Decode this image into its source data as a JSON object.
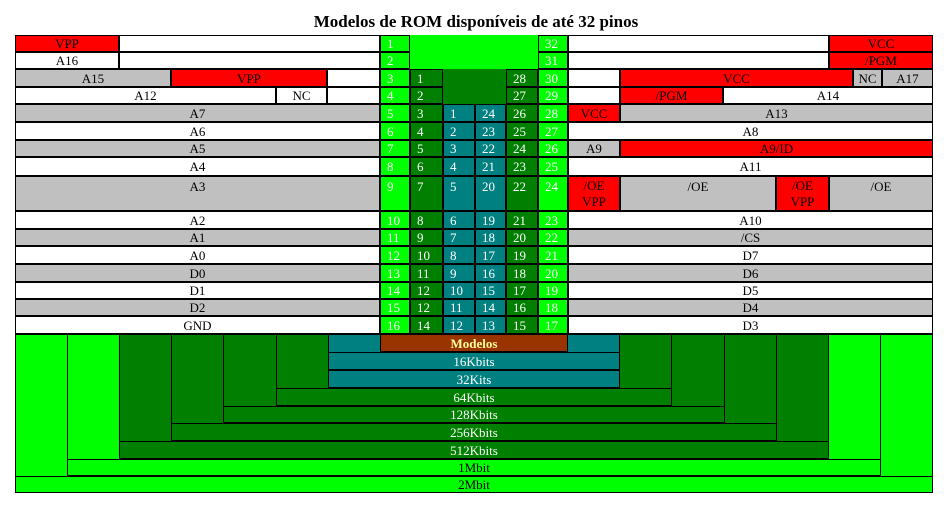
{
  "title": "Modelos de ROM disponíveis de até 32 pinos",
  "colors": {
    "red": "#ff0000",
    "white": "#ffffff",
    "gray": "#c0c0c0",
    "bright_green": "#00ff00",
    "dark_green": "#007f00",
    "teal": "#008080",
    "brown": "#993300",
    "label_white": "#ffffff",
    "label_black": "#000000",
    "label_yellow": "#ffff99"
  },
  "pin_rows": [
    {
      "left": "1",
      "right": "32"
    },
    {
      "left": "2",
      "right": "31"
    },
    {
      "left": "3",
      "right": "30",
      "p28l": "1",
      "p28r": "28"
    },
    {
      "left": "4",
      "right": "29",
      "p28l": "2",
      "p28r": "27"
    },
    {
      "left": "5",
      "right": "28",
      "p28l": "3",
      "p28r": "26",
      "p24l": "1",
      "p24r": "24"
    },
    {
      "left": "6",
      "right": "27",
      "p28l": "4",
      "p28r": "25",
      "p24l": "2",
      "p24r": "23"
    },
    {
      "left": "7",
      "right": "26",
      "p28l": "5",
      "p28r": "24",
      "p24l": "3",
      "p24r": "22"
    },
    {
      "left": "8",
      "right": "25",
      "p28l": "6",
      "p28r": "23",
      "p24l": "4",
      "p24r": "21"
    },
    {
      "left": "9",
      "right": "24",
      "p28l": "7",
      "p28r": "22",
      "p24l": "5",
      "p24r": "20"
    },
    {
      "left": "10",
      "right": "23",
      "p28l": "8",
      "p28r": "21",
      "p24l": "6",
      "p24r": "19"
    },
    {
      "left": "11",
      "right": "22",
      "p28l": "9",
      "p28r": "20",
      "p24l": "7",
      "p24r": "18"
    },
    {
      "left": "12",
      "right": "21",
      "p28l": "10",
      "p28r": "19",
      "p24l": "8",
      "p24r": "17"
    },
    {
      "left": "13",
      "right": "20",
      "p28l": "11",
      "p28r": "18",
      "p24l": "9",
      "p24r": "16"
    },
    {
      "left": "14",
      "right": "19",
      "p28l": "12",
      "p28r": "17",
      "p24l": "10",
      "p24r": "15"
    },
    {
      "left": "15",
      "right": "18",
      "p28l": "12",
      "p28r": "16",
      "p24l": "11",
      "p24r": "14"
    },
    {
      "left": "16",
      "right": "17",
      "p28l": "14",
      "p28r": "15",
      "p24l": "12",
      "p24r": "13"
    }
  ],
  "left_signals": {
    "r0": "VPP",
    "r1": "A16",
    "r2a": "A15",
    "r2b": "VPP",
    "r3a": "A12",
    "r3b": "NC",
    "r4": "A7",
    "r5": "A6",
    "r6": "A5",
    "r7": "A4",
    "r8": "A3",
    "r9": "A2",
    "r10": "A1",
    "r11": "A0",
    "r12": "D0",
    "r13": "D1",
    "r14": "D2",
    "r15": "GND"
  },
  "right_signals": {
    "r0": "VCC",
    "r1": "/PGM",
    "r2a": "VCC",
    "r2b": "NC",
    "r2c": "A17",
    "r3a": "/PGM",
    "r3b": "A14",
    "r4a": "VCC",
    "r4b": "A13",
    "r5": "A8",
    "r6a": "A9",
    "r6b": "A9/ID",
    "r7": "A11",
    "r8a_1": "/OE",
    "r8a_2": "VPP",
    "r8b": "/OE",
    "r8c_1": "/OE",
    "r8c_2": "VPP",
    "r8d": "/OE",
    "r9": "A10",
    "r10": "/CS",
    "r11": "D7",
    "r12": "D6",
    "r13": "D5",
    "r14": "D4",
    "r15": "D3"
  },
  "models": {
    "header": "Modelos",
    "items": [
      "16Kbits",
      "32Kits",
      "64Kbits",
      "128Kbits",
      "256Kbits",
      "512Kbits",
      "1Mbit",
      "2Mbit"
    ]
  }
}
